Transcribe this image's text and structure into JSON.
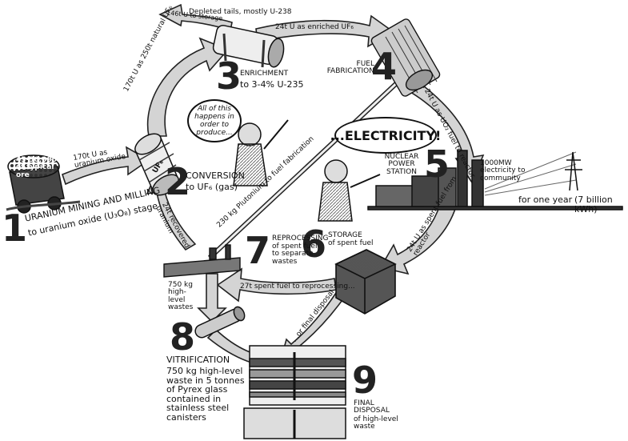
{
  "stages": {
    "s1": {
      "num": "1",
      "title": "URANIUM MINING AND MILLING",
      "subtitle": "to uranium oxide (U₃O₈) stage",
      "ore": "45-50,000t of typical ore",
      "out": "170t U as uranium oxide"
    },
    "s2": {
      "num": "2",
      "title": "CONVERSION",
      "subtitle": "to UF₆ (gas)",
      "drum": "UF₆"
    },
    "s3": {
      "num": "3",
      "title": "ENRICHMENT",
      "subtitle": "to 3-4% U-235"
    },
    "s4": {
      "num": "4",
      "title": "FUEL FABRICATION"
    },
    "s5": {
      "num": "5",
      "title": "NUCLEAR POWER STATION",
      "output": "1000MW electricity to community",
      "period": "for one year",
      "energy": "(7 billion kWh)"
    },
    "s6": {
      "num": "6",
      "title": "STORAGE",
      "subtitle": "of spent fuel"
    },
    "s7": {
      "num": "7",
      "title": "REPROCESSING",
      "subtitle": "of spent fuel to separate wastes"
    },
    "s8": {
      "num": "8",
      "title": "VITRIFICATION",
      "desc": "750 kg high-level waste in 5 tonnes of Pyrex glass contained in stainless steel canisters"
    },
    "s9": {
      "num": "9",
      "title": "FINAL DISPOSAL",
      "subtitle": "of high-level waste"
    }
  },
  "flows": {
    "depleted": "Depleted tails, mostly U-238",
    "to_storage": "146t U to storage",
    "natural": "170t U as 250t natural UF₆",
    "enriched": "24t U as enriched UF₆",
    "to_reactor": "24t U as UO₂ fuel to reactor",
    "from_reactor": "24t U as spent fuel from reactor",
    "to_reprocessing": "27t spent fuel to reprocessing...",
    "or_final": "...or final disposal",
    "plutonium": "230 kg Plutonium to fuel fabrication",
    "recovered": "24t recovered uranium",
    "hlw": "750 kg high-level wastes"
  },
  "speech": {
    "scientist": "All of this happens in order to produce...",
    "electricity": "...ELECTRICITY!"
  }
}
